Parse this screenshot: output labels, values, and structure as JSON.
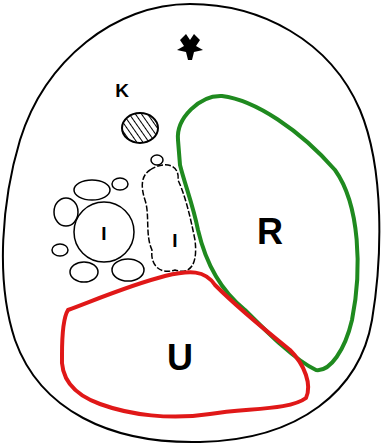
{
  "diagram": {
    "nodes": [
      {
        "text": [
          "R"
        ]
      },
      {
        "text": [
          "U"
        ]
      }
    ],
    "labels": [
      "K",
      "I",
      "I"
    ]
  }
}
